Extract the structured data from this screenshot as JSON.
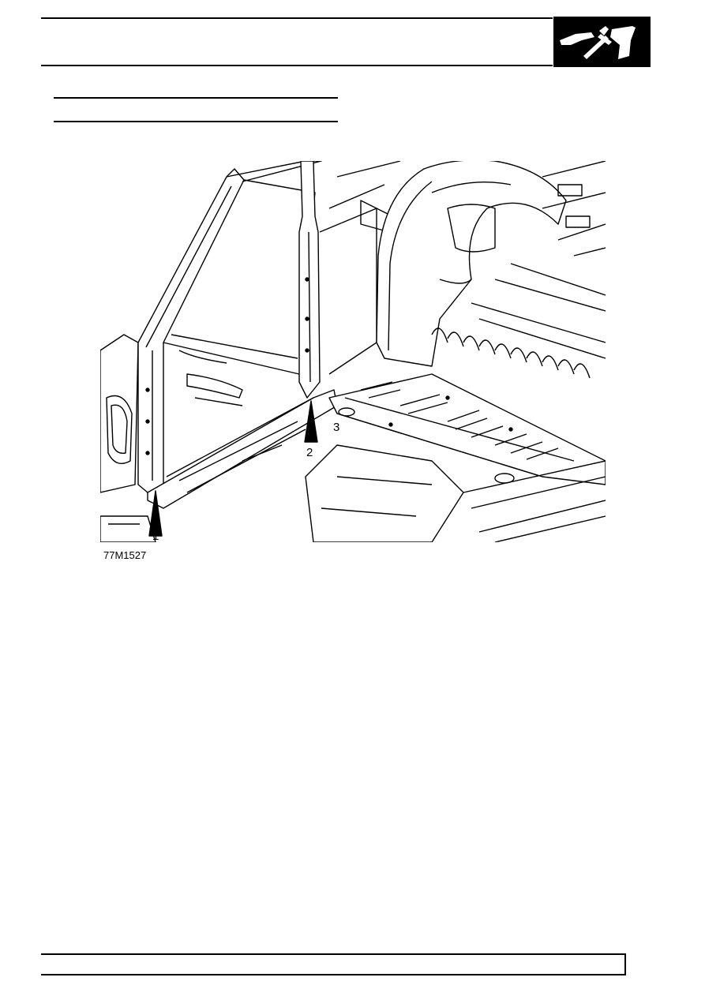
{
  "figure": {
    "reference": "77M1527",
    "callouts": [
      {
        "number": "1"
      },
      {
        "number": "2"
      },
      {
        "number": "3"
      }
    ]
  },
  "icons": {
    "section": "repair-tools-icon"
  },
  "colors": {
    "ink": "#000000",
    "paper": "#ffffff"
  }
}
